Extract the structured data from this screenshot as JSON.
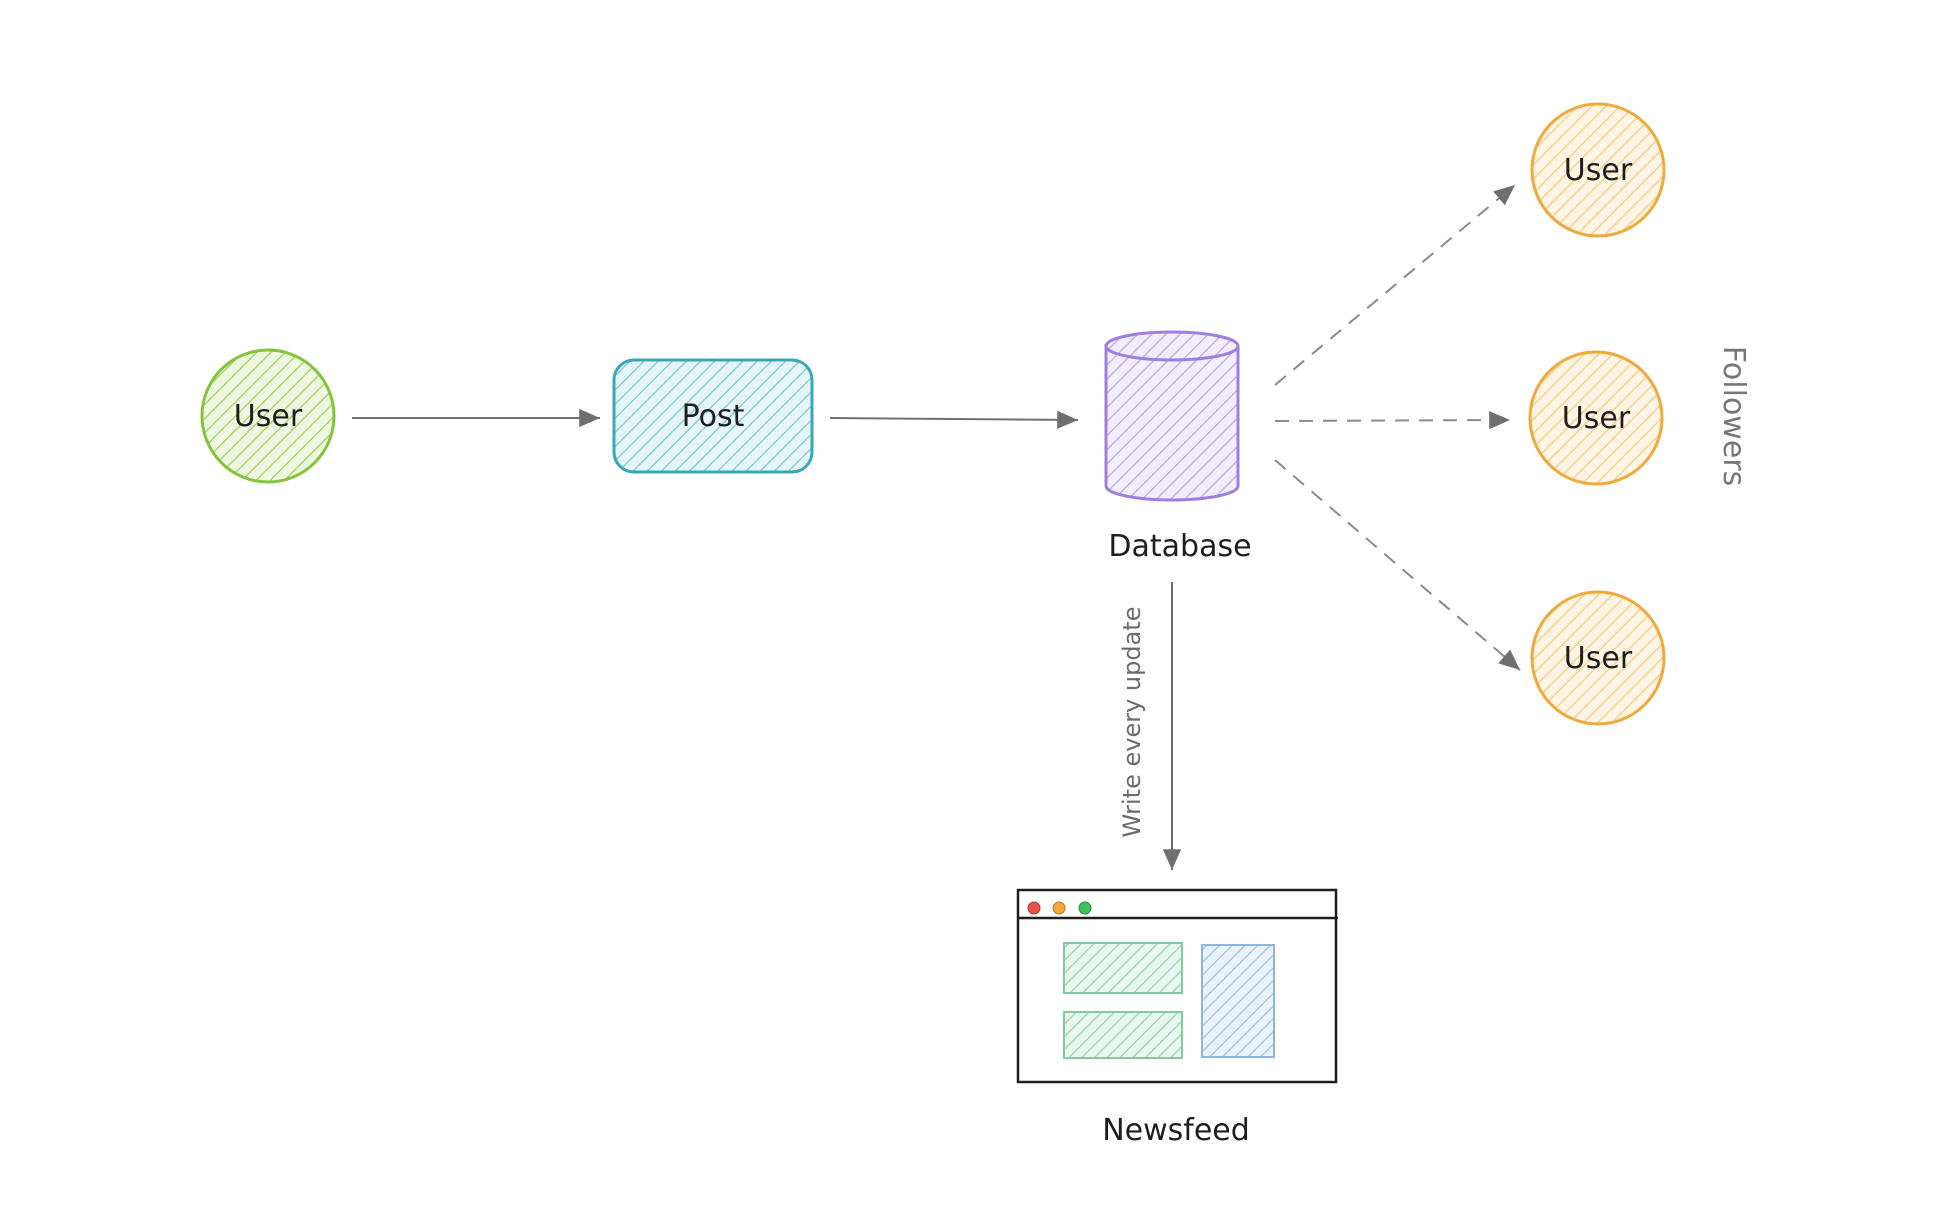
{
  "nodes": {
    "author": {
      "label": "User",
      "color": "#84c43b",
      "fill": "#d6efb0"
    },
    "post": {
      "label": "Post",
      "color": "#3aa6b9",
      "fill": "#bfe9ef"
    },
    "database": {
      "label": "Database",
      "color": "#9c7fe0",
      "fill": "#ddd2fa"
    },
    "follower_1": {
      "label": "User",
      "color": "#f0a93c",
      "fill": "#fde2b6"
    },
    "follower_2": {
      "label": "User",
      "color": "#f0a93c",
      "fill": "#fde2b6"
    },
    "follower_3": {
      "label": "User",
      "color": "#f0a93c",
      "fill": "#fde2b6"
    },
    "newsfeed": {
      "label": "Newsfeed"
    }
  },
  "labels": {
    "followers_group": "Followers",
    "write_edge": "Write every update"
  },
  "colors": {
    "edge": "#6f6f6f",
    "dashed_edge": "#8a8a8a",
    "window_dot_red": "#e5534b",
    "window_dot_orange": "#f0a93c",
    "window_dot_green": "#3fbf5a",
    "panel_green": "#b6e3cc",
    "panel_blue": "#bcd6f0"
  }
}
